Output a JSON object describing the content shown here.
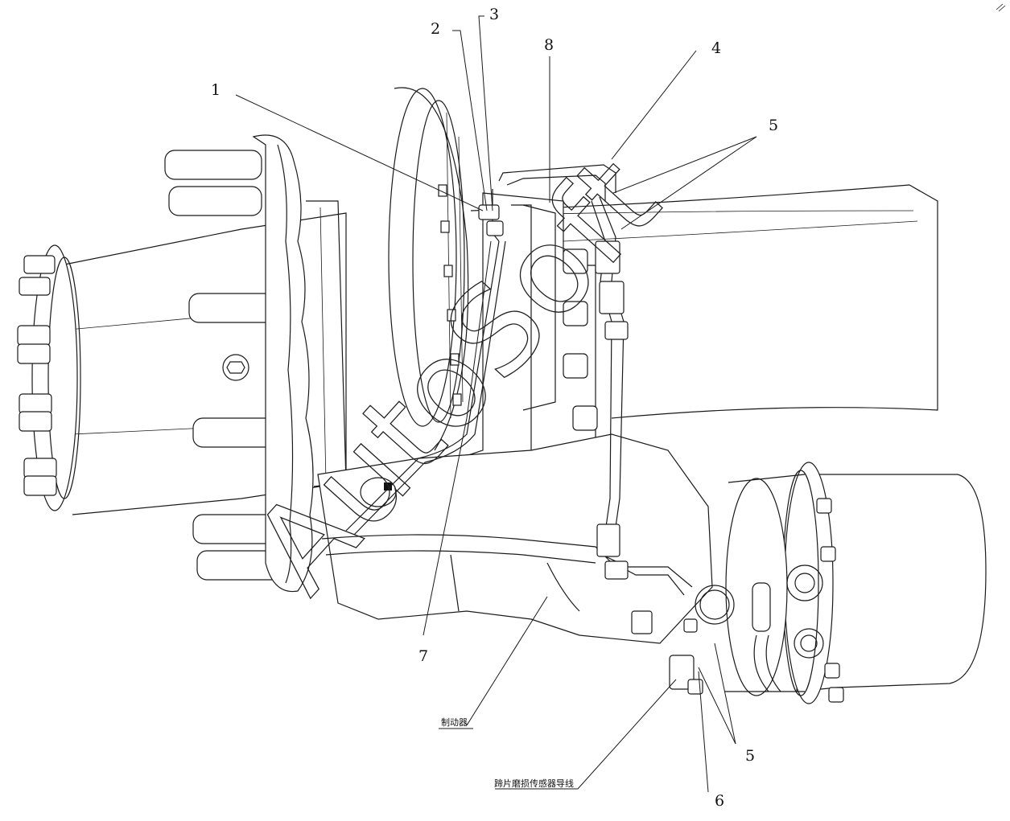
{
  "callouts": [
    {
      "label": "1"
    },
    {
      "label": "2"
    },
    {
      "label": "3"
    },
    {
      "label": "8"
    },
    {
      "label": "4"
    },
    {
      "label": "5"
    },
    {
      "label": "7"
    },
    {
      "label": "5"
    },
    {
      "label": "6"
    }
  ],
  "annotations": {
    "brake": "制动器",
    "wear_sensor_wire": "蹄片磨损传感器导线"
  },
  "watermark": "AutoSoft"
}
